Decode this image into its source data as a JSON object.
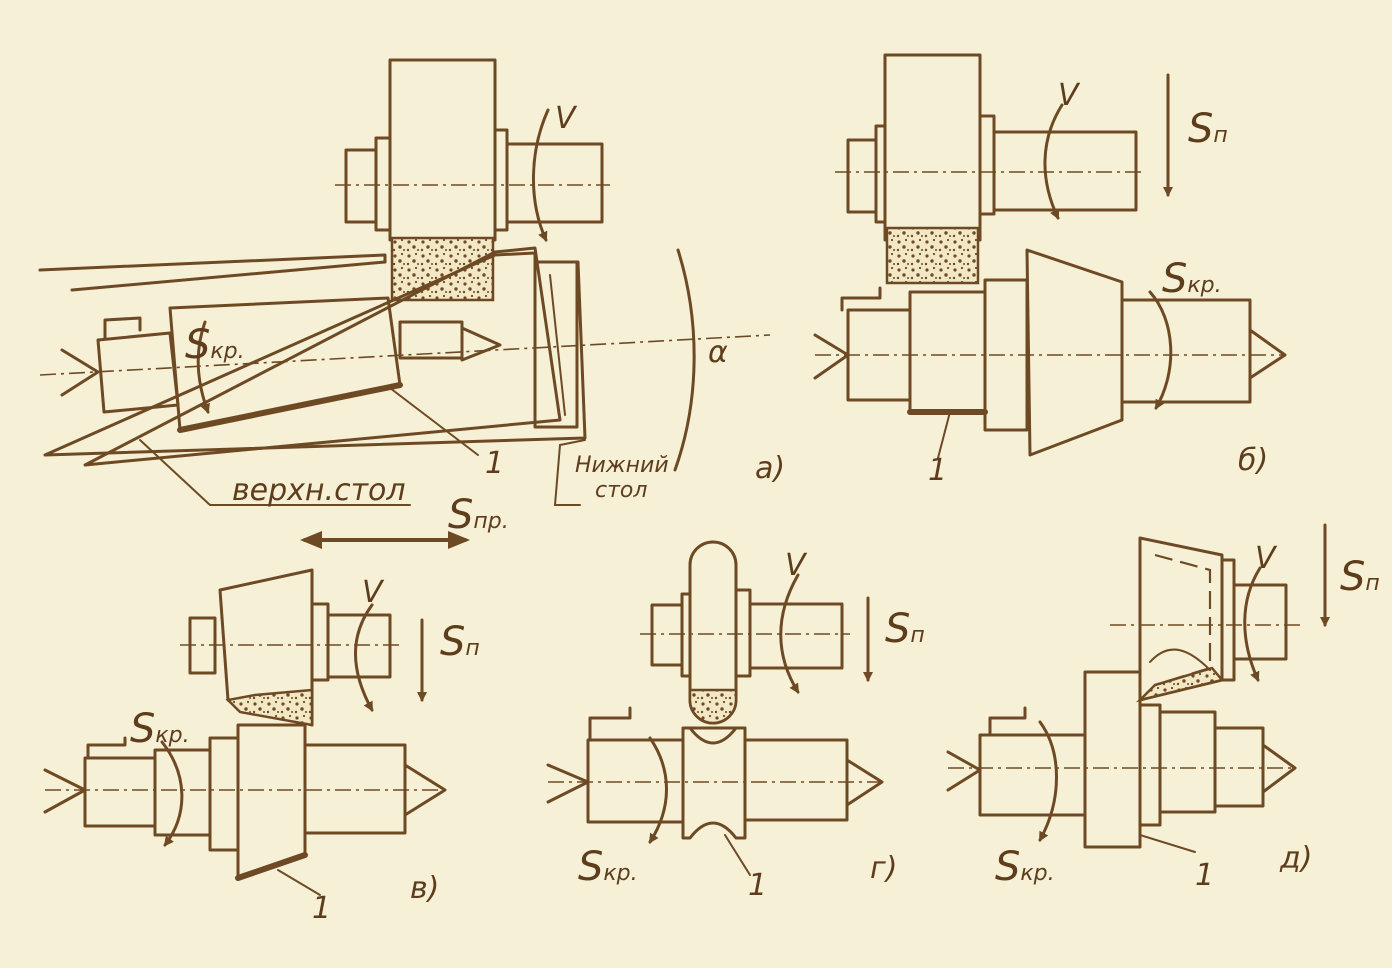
{
  "colors": {
    "paper": "#f6f0d6",
    "ink": "#6e4a24"
  },
  "labels": {
    "v": "V",
    "s": "S",
    "sub_kr": "кр.",
    "sub_n": "п",
    "sub_pr": "пр.",
    "alpha": "α",
    "part_number": "1",
    "upper_table": "верхн.стол",
    "lower_table_line1": "Нижний",
    "lower_table_line2": "стол",
    "panel_a": "а)",
    "panel_b": "б)",
    "panel_v": "в)",
    "panel_g": "г)",
    "panel_d": "д)"
  }
}
